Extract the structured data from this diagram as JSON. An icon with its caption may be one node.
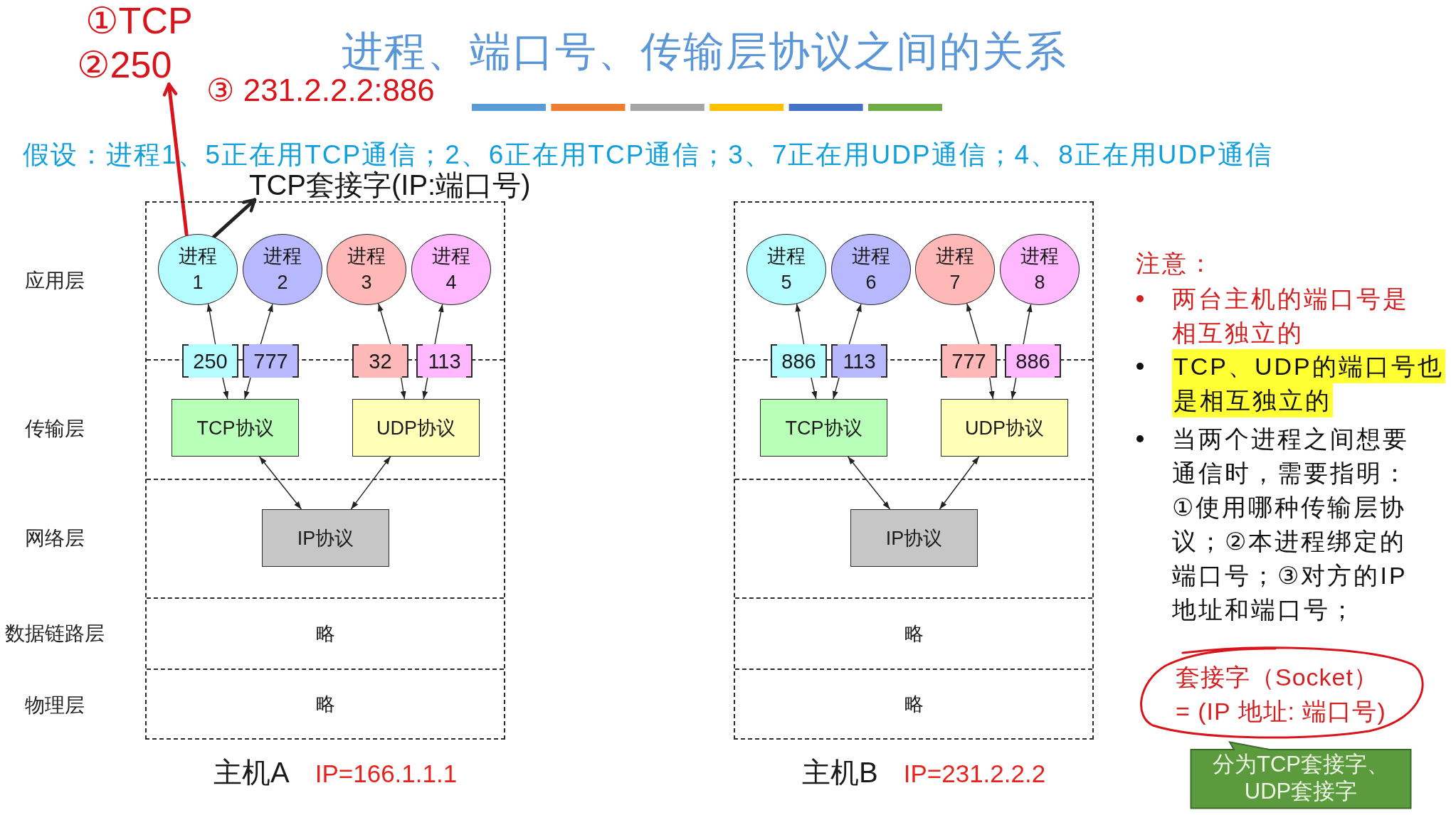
{
  "diagram": {
    "title": "进程、端口号、传输层协议之间的关系",
    "nodes": [
      {
        "text": [
          "主机A",
          "IP=166.1.1.1"
        ]
      },
      {
        "text": [
          "进程1"
        ],
        "in": 0
      },
      {
        "text": [
          "进程2"
        ],
        "in": 0
      },
      {
        "text": [
          "进程3"
        ],
        "in": 0
      },
      {
        "text": [
          "进程4"
        ],
        "in": 0
      },
      {
        "text": [
          "250"
        ],
        "in": 0
      },
      {
        "text": [
          "777"
        ],
        "in": 0
      },
      {
        "text": [
          "32"
        ],
        "in": 0
      },
      {
        "text": [
          "113"
        ],
        "in": 0
      },
      {
        "text": [
          "TCP协议"
        ],
        "in": 0
      },
      {
        "text": [
          "UDP协议"
        ],
        "in": 0
      },
      {
        "text": [
          "IP协议"
        ],
        "in": 0
      },
      {
        "text": [
          "略"
        ],
        "in": 0
      },
      {
        "text": [
          "略"
        ],
        "in": 0
      },
      {
        "text": [
          "主机B",
          "IP=231.2.2.2"
        ]
      },
      {
        "text": [
          "进程5"
        ],
        "in": 14
      },
      {
        "text": [
          "进程6"
        ],
        "in": 14
      },
      {
        "text": [
          "进程7"
        ],
        "in": 14
      },
      {
        "text": [
          "进程8"
        ],
        "in": 14
      },
      {
        "text": [
          "886"
        ],
        "in": 14
      },
      {
        "text": [
          "113"
        ],
        "in": 14
      },
      {
        "text": [
          "777"
        ],
        "in": 14
      },
      {
        "text": [
          "886"
        ],
        "in": 14
      },
      {
        "text": [
          "TCP协议"
        ],
        "in": 14
      },
      {
        "text": [
          "UDP协议"
        ],
        "in": 14
      },
      {
        "text": [
          "IP协议"
        ],
        "in": 14
      },
      {
        "text": [
          "略"
        ],
        "in": 14
      },
      {
        "text": [
          "略"
        ],
        "in": 14
      },
      {
        "text": [
          "①TCP"
        ]
      },
      {
        "text": [
          "②250"
        ]
      },
      {
        "text": [
          "③ 231.2.2.2:886"
        ]
      },
      {
        "text": [
          "TCP套接字(IP:端口号)"
        ]
      },
      {
        "text": [
          "套接字（Socket）",
          "= (IP 地址: 端口号)"
        ]
      },
      {
        "text": [
          "分为TCP套接字、UDP套接字"
        ]
      }
    ],
    "edges": [
      {
        "from": 5,
        "to": 1,
        "arrow": "to"
      },
      {
        "from": 6,
        "to": 2,
        "arrow": "to"
      },
      {
        "from": 7,
        "to": 3,
        "arrow": "to"
      },
      {
        "from": 8,
        "to": 4,
        "arrow": "to"
      },
      {
        "from": 5,
        "to": 9,
        "arrow": "to"
      },
      {
        "from": 6,
        "to": 9,
        "arrow": "to"
      },
      {
        "from": 7,
        "to": 10,
        "arrow": "to"
      },
      {
        "from": 8,
        "to": 10,
        "arrow": "to"
      },
      {
        "from": 9,
        "to": 11,
        "arrow": "both"
      },
      {
        "from": 10,
        "to": 11,
        "arrow": "both"
      },
      {
        "from": 19,
        "to": 15,
        "arrow": "to"
      },
      {
        "from": 20,
        "to": 16,
        "arrow": "to"
      },
      {
        "from": 21,
        "to": 17,
        "arrow": "to"
      },
      {
        "from": 22,
        "to": 18,
        "arrow": "to"
      },
      {
        "from": 19,
        "to": 23,
        "arrow": "to"
      },
      {
        "from": 20,
        "to": 23,
        "arrow": "to"
      },
      {
        "from": 21,
        "to": 24,
        "arrow": "to"
      },
      {
        "from": 22,
        "to": 24,
        "arrow": "to"
      },
      {
        "from": 23,
        "to": 25,
        "arrow": "both"
      },
      {
        "from": 24,
        "to": 25,
        "arrow": "both"
      },
      {
        "from": 1,
        "to": 29,
        "arrow": "to",
        "style": "thick",
        "color": "#d9141b"
      },
      {
        "from": 1,
        "to": 31,
        "arrow": "to",
        "style": "thick"
      }
    ],
    "labels": [
      "假设：进程1、5正在用TCP通信；2、6正在用TCP通信；3、7正在用UDP通信；4、8正在用UDP通信",
      "应用层",
      "传输层",
      "网络层",
      "数据链路层",
      "物理层",
      "注意：",
      "两台主机的端口号是相互独立的",
      "TCP、UDP的端口号也是相互独立的",
      "当两个进程之间想要通信时，需要指明：①使用哪种传输层协议；②本进程绑定的端口号；③对方的IP地址和端口号；"
    ]
  }
}
